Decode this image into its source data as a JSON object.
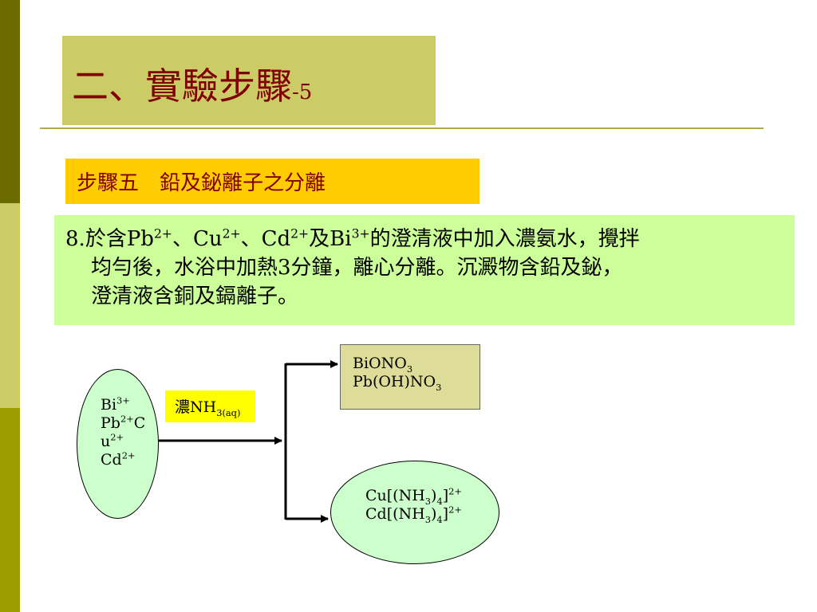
{
  "slide": {
    "title": "二、實驗步驟",
    "title_suffix": "-5",
    "step_label": "步驟五　鉛及鉍離子之分離"
  },
  "content": {
    "number": "8.",
    "parts": {
      "t1": "於含Pb",
      "s1": "2+",
      "t2": "、Cu",
      "s2": "2+",
      "t3": "、Cd",
      "s3": "2+",
      "t4": "及Bi",
      "s4": "3+",
      "t5": "的澄清液中加入濃氨水，攪拌"
    },
    "line2": "均勻後，水浴中加熱3分鐘，離心分離。沉澱物含鉛及鉍，",
    "line3": "澄清液含銅及鎘離子。"
  },
  "diagram": {
    "start": {
      "l1": "Bi",
      "l1_sup": "3+",
      "l2": "Pb",
      "l2_sup": "2+",
      "l2_tail": "C",
      "l3": "u",
      "l3_sup": "2+",
      "l4": "Cd",
      "l4_sup": "2+"
    },
    "reagent": {
      "prefix": "濃NH",
      "sub": "3(aq)"
    },
    "precipitate": {
      "l1": "BiONO",
      "l1_sub": "3",
      "l2": "Pb(OH)NO",
      "l2_sub": "3"
    },
    "solution": {
      "l1_a": "Cu[(NH",
      "l1_sub1": "3",
      "l1_b": ")",
      "l1_sub2": "4",
      "l1_c": "]",
      "l1_sup": "2+",
      "l2_a": "Cd[(NH",
      "l2_sub1": "3",
      "l2_b": ")",
      "l2_sub2": "4",
      "l2_c": "]",
      "l2_sup": "2+"
    }
  },
  "colors": {
    "title_text": "#800000",
    "title_bg": "#cccc66",
    "step_bg": "#ffcc00",
    "content_bg": "#ccff99",
    "ellipse_fill": "#ccffcc",
    "precip_bg": "#dddd99",
    "reagent_bg": "#ffff00"
  }
}
